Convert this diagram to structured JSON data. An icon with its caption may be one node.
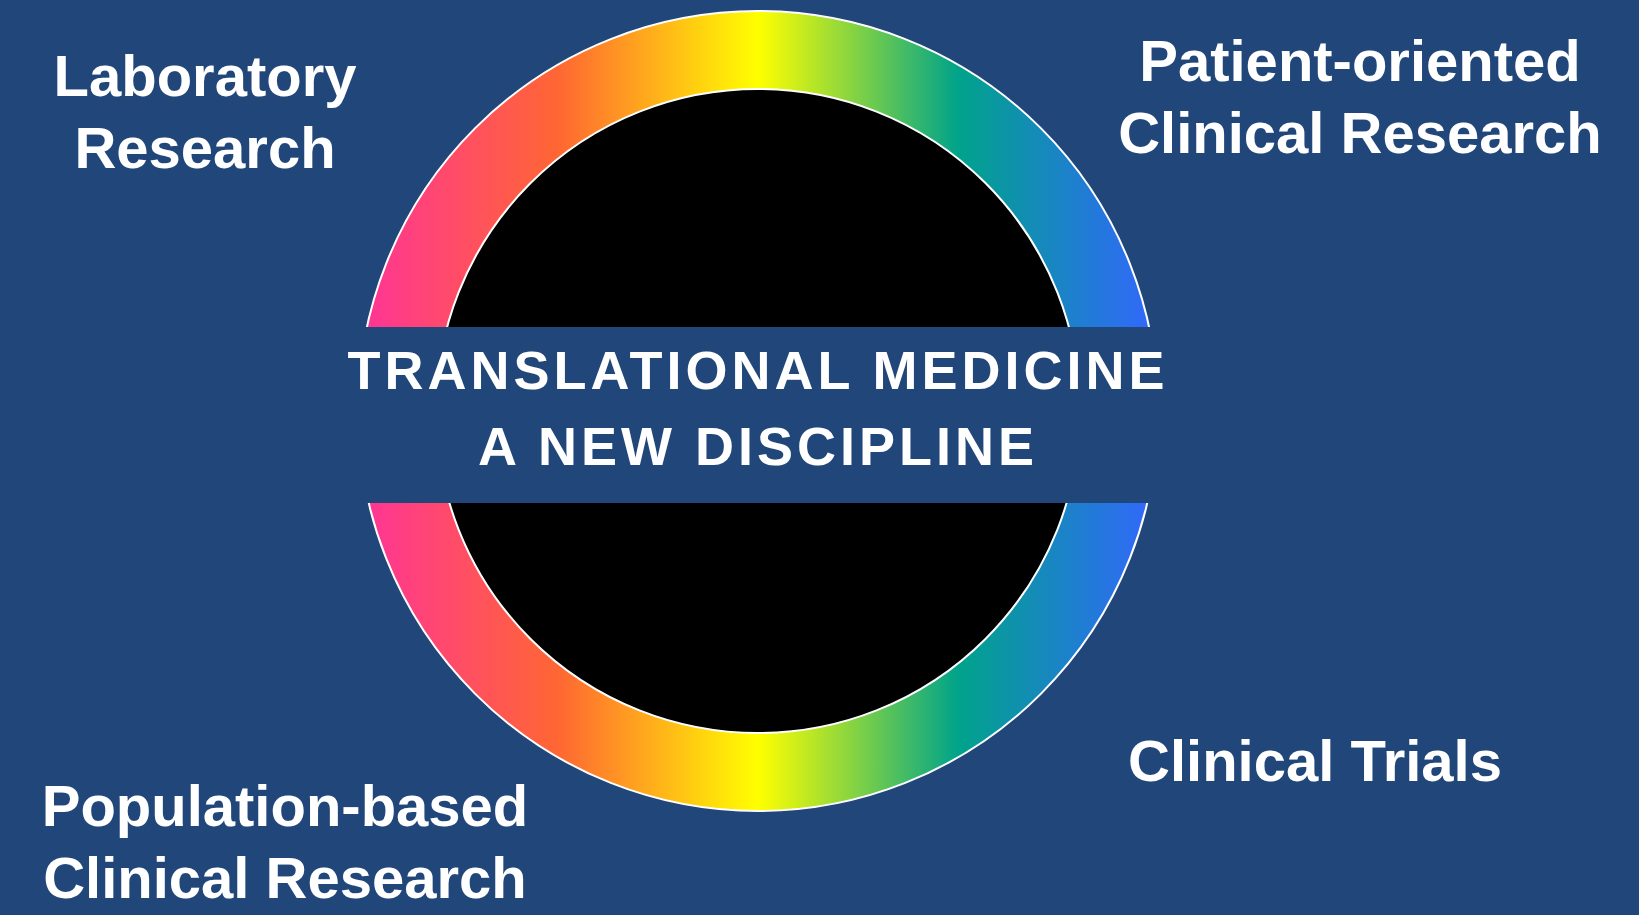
{
  "diagram": {
    "nodes": [
      {
        "text": [
          "TRANSLATIONAL MEDICINE",
          "A NEW DISCIPLINE"
        ]
      }
    ],
    "labels": [
      "Laboratory Research",
      "Patient-oriented Clinical Research",
      "Clinical Trials",
      "Population-based Clinical Research"
    ]
  }
}
